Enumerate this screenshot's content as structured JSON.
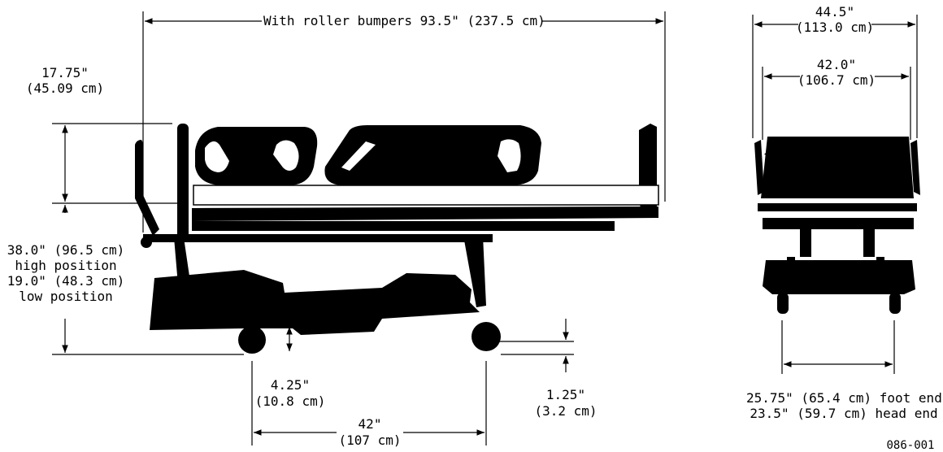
{
  "side_view": {
    "overall_length_label": "With roller bumpers 93.5\" (237.5 cm)",
    "rail_height_in": "17.75\"",
    "rail_height_cm": "(45.09 cm)",
    "high_position_value": "38.0\" (96.5 cm)",
    "high_position_text": "high position",
    "low_position_value": "19.0\" (48.3 cm)",
    "low_position_text": "low position",
    "underbed_clearance_in": "4.25\"",
    "underbed_clearance_cm": "(10.8 cm)",
    "wheelbase_in": "42\"",
    "wheelbase_cm": "(107 cm)",
    "frame_clearance_in": "1.25\"",
    "frame_clearance_cm": "(3.2 cm)"
  },
  "end_view": {
    "overall_width_in": "44.5\"",
    "overall_width_cm": "(113.0 cm)",
    "frame_width_in": "42.0\"",
    "frame_width_cm": "(106.7 cm)",
    "caster_width_foot": "25.75\" (65.4 cm) foot end",
    "caster_width_head": "23.5\" (59.7 cm) head end"
  },
  "figure_code": "086-001"
}
